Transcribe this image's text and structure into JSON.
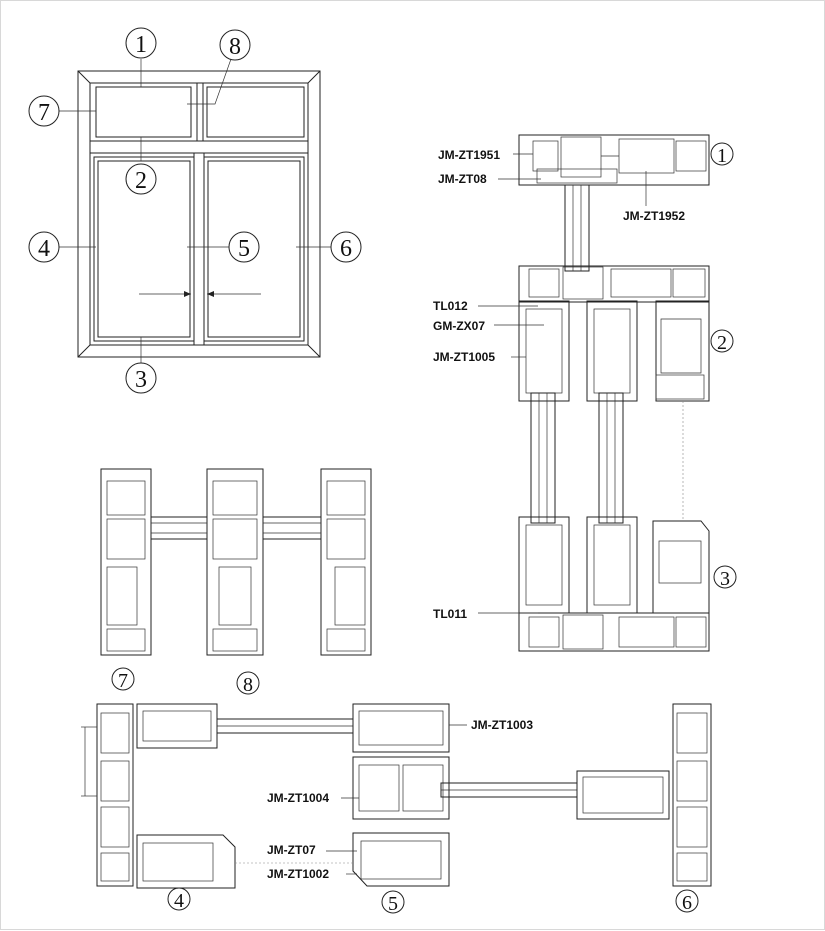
{
  "elevation": {
    "section_marks": [
      "1",
      "2",
      "3",
      "4",
      "5",
      "6",
      "7",
      "8"
    ]
  },
  "vertical_section": {
    "labels": {
      "jm_zt1951": "JM-ZT1951",
      "jm_zt08": "JM-ZT08",
      "jm_zt1952": "JM-ZT1952",
      "tl012": "TL012",
      "gm_zx07": "GM-ZX07",
      "jm_zt1005": "JM-ZT1005",
      "tl011": "TL011"
    },
    "marks": [
      "1",
      "2",
      "3"
    ]
  },
  "transom_section": {
    "marks": [
      "7",
      "8"
    ]
  },
  "horizontal_section": {
    "labels": {
      "jm_zt1003": "JM-ZT1003",
      "jm_zt1004": "JM-ZT1004",
      "jm_zt07": "JM-ZT07",
      "jm_zt1002": "JM-ZT1002"
    },
    "marks": [
      "4",
      "5",
      "6"
    ]
  }
}
